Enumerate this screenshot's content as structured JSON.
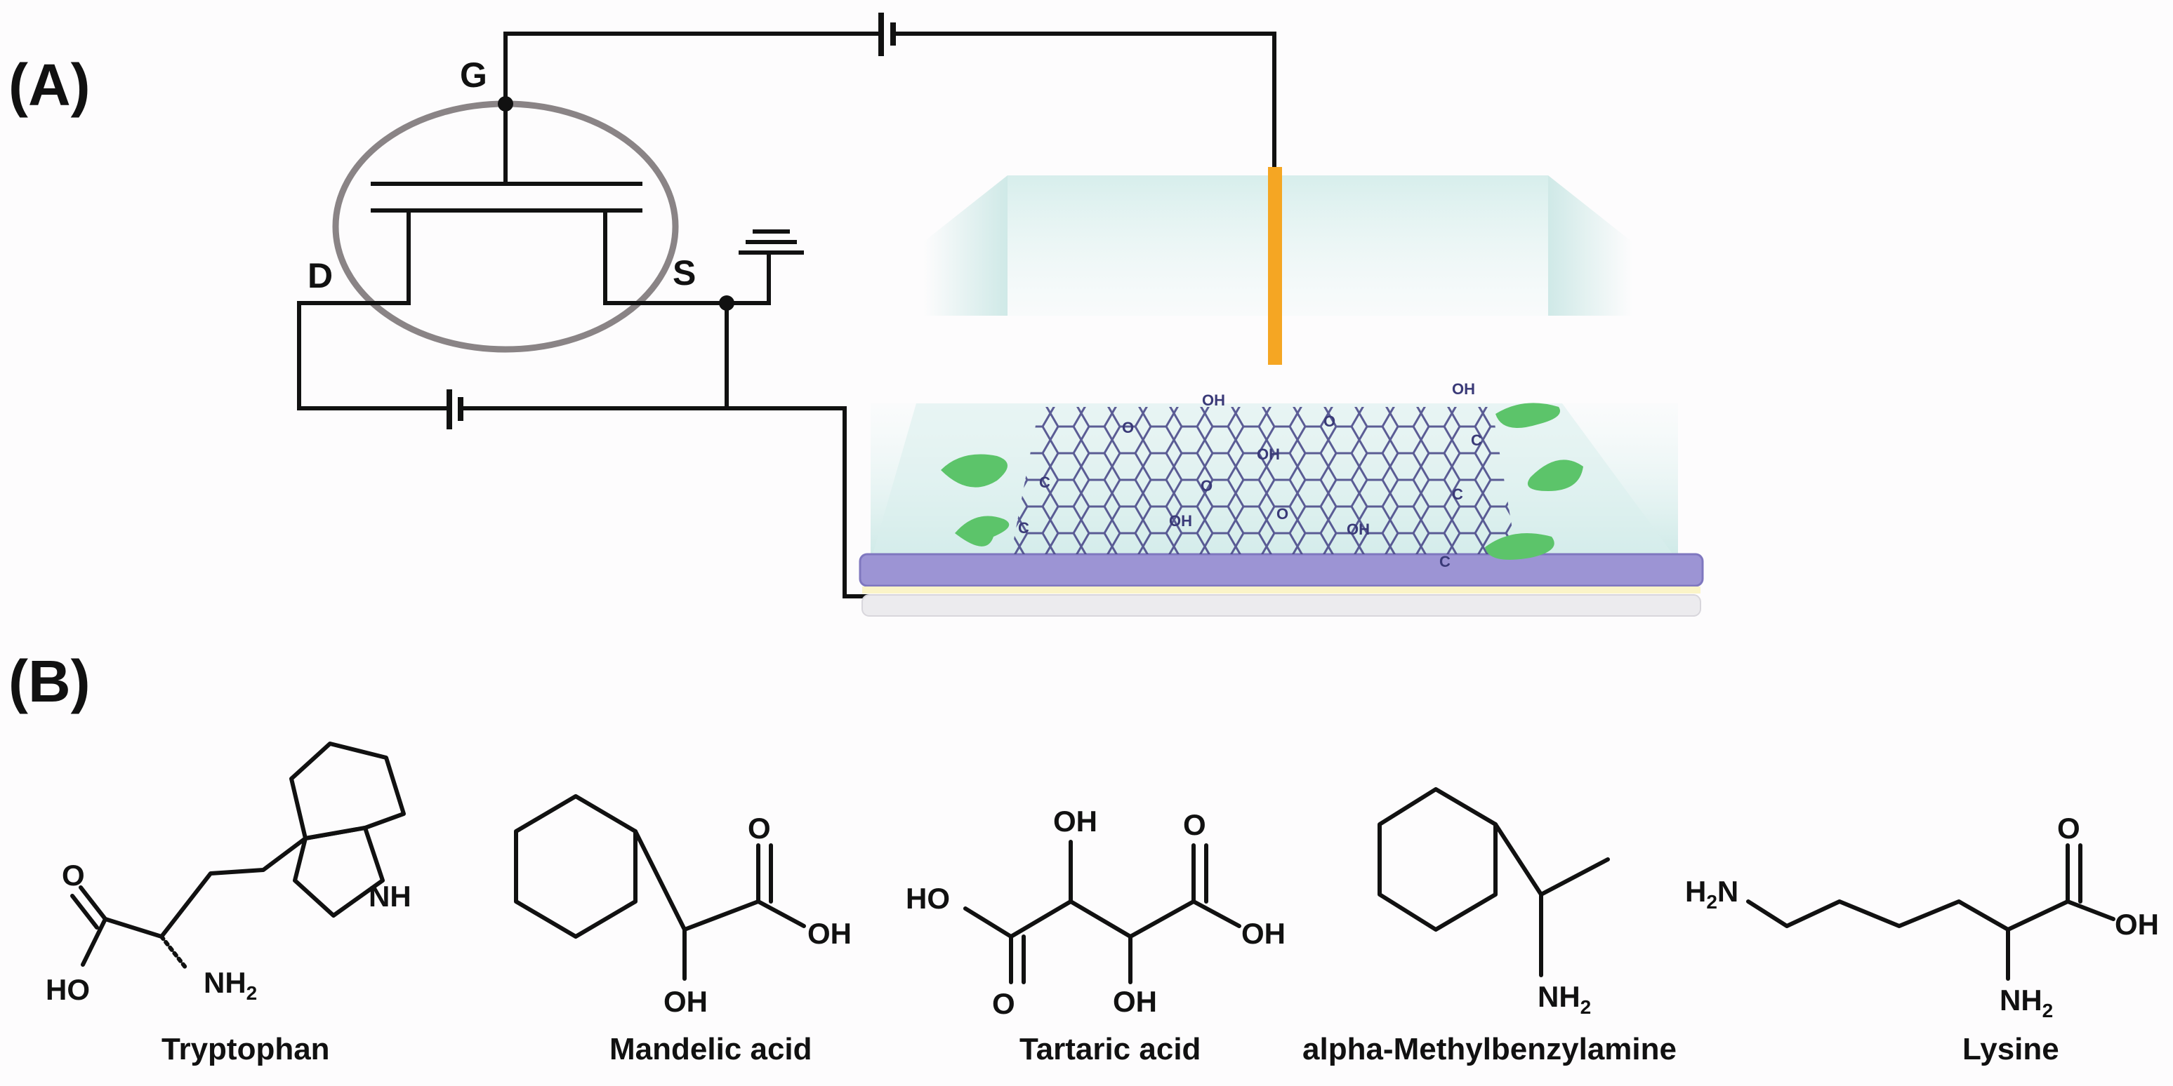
{
  "panels": {
    "a": "(A)",
    "b": "(B)"
  },
  "terminals": {
    "gate": "G",
    "drain": "D",
    "source": "S"
  },
  "graphene_labels": {
    "hydroxyl": "OH",
    "oxygen": "O",
    "carbon": "C"
  },
  "molecules": [
    {
      "name": "Tryptophan",
      "atoms": {
        "o": "O",
        "ho": "HO",
        "nh2": "NH",
        "nh2_sub": "2",
        "nh": "NH"
      }
    },
    {
      "name": "Mandelic acid",
      "atoms": {
        "o": "O",
        "oh": "OH",
        "oh2": "OH"
      }
    },
    {
      "name": "Tartaric acid",
      "atoms": {
        "oh_top": "OH",
        "o_top": "O",
        "ho": "HO",
        "oh_right": "OH",
        "o_bottom": "O",
        "oh_bottom": "OH"
      }
    },
    {
      "name": "alpha-Methylbenzylamine",
      "atoms": {
        "nh2": "NH",
        "nh2_sub": "2"
      }
    },
    {
      "name": "Lysine",
      "atoms": {
        "h2n_h": "H",
        "h2n_sub": "2",
        "h2n_n": "N",
        "o": "O",
        "oh": "OH",
        "nh2": "NH",
        "nh2_sub": "2"
      }
    }
  ],
  "colors": {
    "ring": "#8a8486",
    "electrode": "#f5a623",
    "enzyme": "#5cc46a",
    "substrate_top": "#9c94d4",
    "electrolyte": "#bfe3e2",
    "graphene": "#4b4b8a"
  }
}
